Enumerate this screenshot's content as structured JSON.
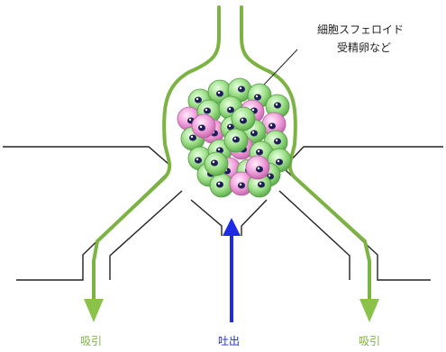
{
  "labels": {
    "cell_line1": "細胞スフェロイド",
    "cell_line2": "受精卵など",
    "suction_left": "吸引",
    "discharge": "吐出",
    "suction_right": "吸引"
  },
  "colors": {
    "green_line": "#7cb342",
    "green_arrow": "#8bc34a",
    "blue_arrow": "#1e2be6",
    "outline": "#222222",
    "cell_green": "#8fdd7a",
    "cell_pink": "#ee8ed4",
    "nucleus": "#1e1c5a"
  }
}
